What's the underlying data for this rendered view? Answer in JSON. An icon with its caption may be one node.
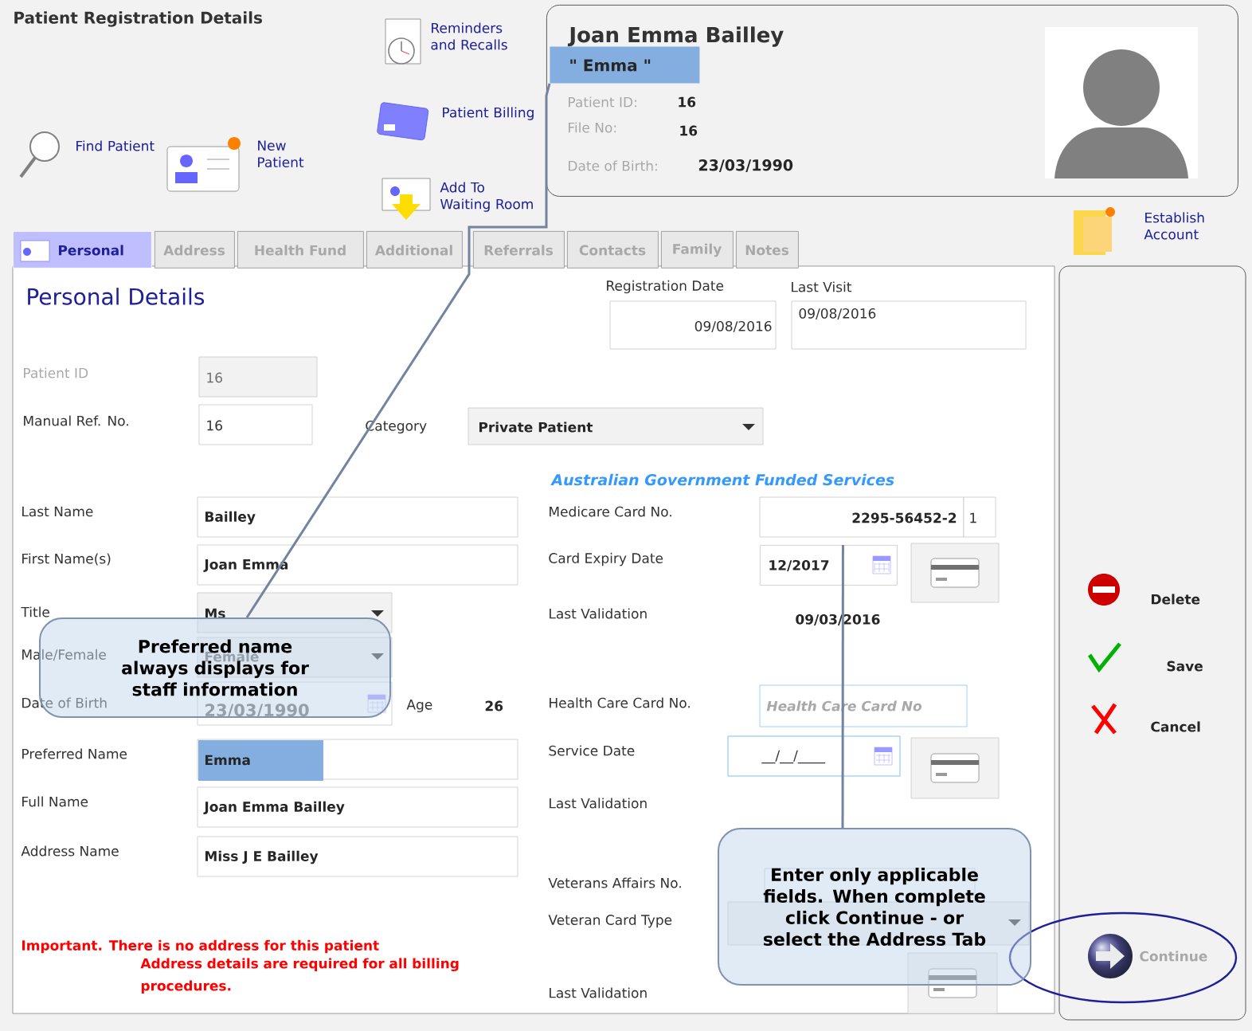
{
  "diagram": {
    "title": "Patient Registration Details",
    "nodes": [
      {
        "text": [
          "Joan Emma Bailley",
          "Patient ID:",
          "16",
          "File No:",
          "16",
          "Date of Birth:",
          "23/03/1990"
        ]
      },
      {
        "text": [
          "\" Emma \""
        ],
        "in": 0
      },
      {
        "text": [
          "Preferred name always displays for staff information"
        ]
      },
      {
        "text": [
          "Enter only applicable fields. When complete click Continue - or select the Address Tab"
        ]
      },
      {
        "text": [
          "12/2017"
        ]
      },
      {
        "text": [
          "Continue"
        ]
      },
      {
        "text": [
          "Personal"
        ]
      },
      {
        "text": [
          "Address"
        ]
      },
      {
        "text": [
          "Health Fund"
        ]
      },
      {
        "text": [
          "Additional"
        ]
      },
      {
        "text": [
          "Referrals"
        ]
      },
      {
        "text": [
          "Contacts"
        ]
      },
      {
        "text": [
          "Family"
        ]
      },
      {
        "text": [
          "Notes"
        ]
      }
    ],
    "edges": [
      {
        "from": 2,
        "to": 1,
        "arrow": "none"
      },
      {
        "from": 3,
        "to": 4,
        "arrow": "none"
      }
    ],
    "labels": [
      "Reminders and Recalls",
      "Find Patient",
      "New Patient",
      "Patient Billing",
      "Add To Waiting Room",
      "Establish Account",
      "Personal Details",
      "Registration Date",
      "Last Visit",
      "09/08/2016",
      "09/08/2016",
      "Patient ID",
      "16",
      "Manual Ref. No.",
      "16",
      "Category",
      "Private Patient",
      "Australian Government Funded Services",
      "Last Name",
      "Bailley",
      "Medicare Card No.",
      "2295-56452-2",
      "1",
      "First Name(s)",
      "Joan Emma",
      "Card Expiry Date",
      "Title",
      "Ms",
      "Last Validation",
      "09/03/2016",
      "Male/Female",
      "Female",
      "Date of Birth",
      "23/03/1990",
      "Age",
      "26",
      "Health Care Card No.",
      "Health Care Card No",
      "Preferred Name",
      "Emma",
      "Service Date",
      "__/__/____",
      "Full Name",
      "Joan Emma Bailley",
      "Last Validation",
      "Address Name",
      "Miss J E Bailley",
      "Veterans Affairs No.",
      "Veteran Card Type",
      "Important. There is no address for this patient",
      "Address details are required for all billing procedures.",
      "Last Validation",
      "Delete",
      "Save",
      "Cancel"
    ]
  }
}
